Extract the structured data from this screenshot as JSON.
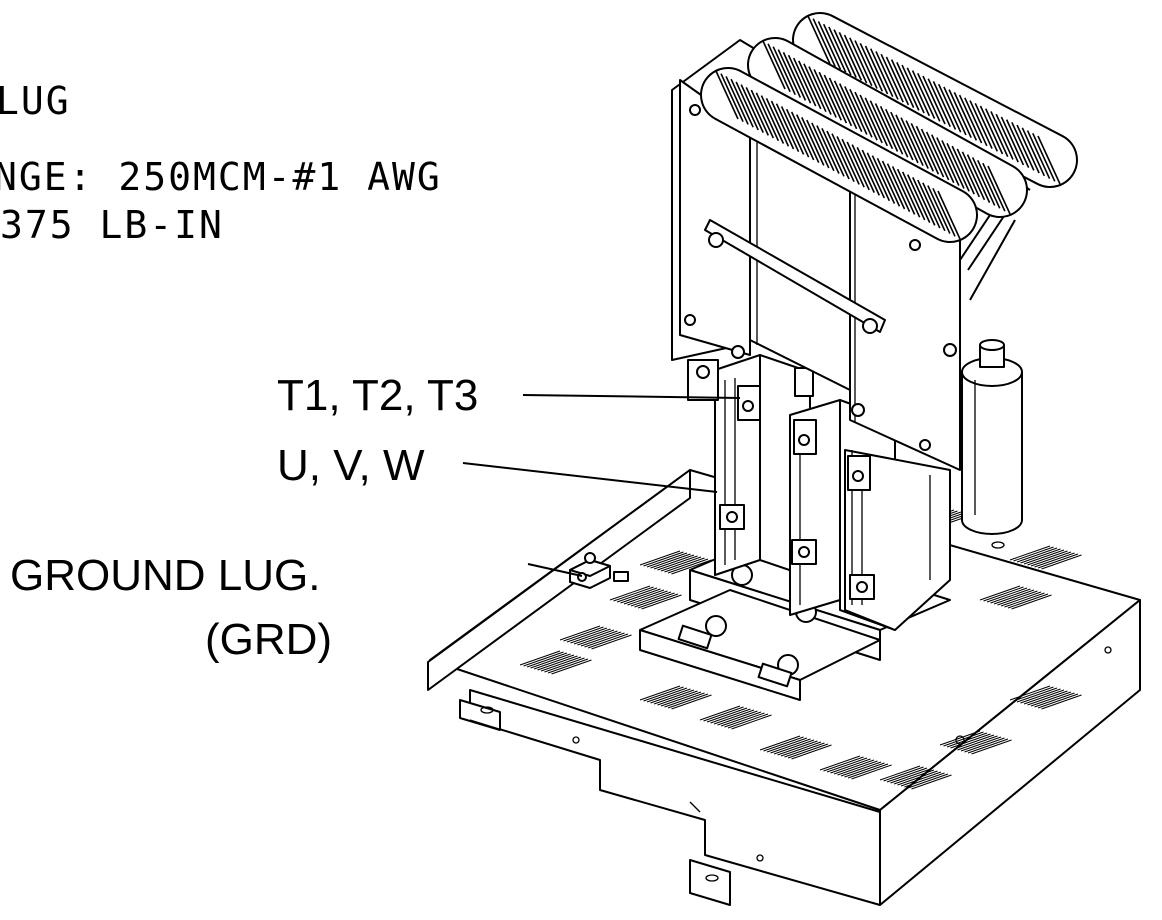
{
  "notes": {
    "line1": "LUG",
    "line2": "NGE: 250MCM-#1 AWG",
    "line3": "375 LB-IN"
  },
  "callouts": {
    "t_terminals": "T1, T2, T3",
    "uvw_terminals": "U, V, W",
    "ground_lug": "GROUND LUG.",
    "ground_code": "(GRD)"
  }
}
